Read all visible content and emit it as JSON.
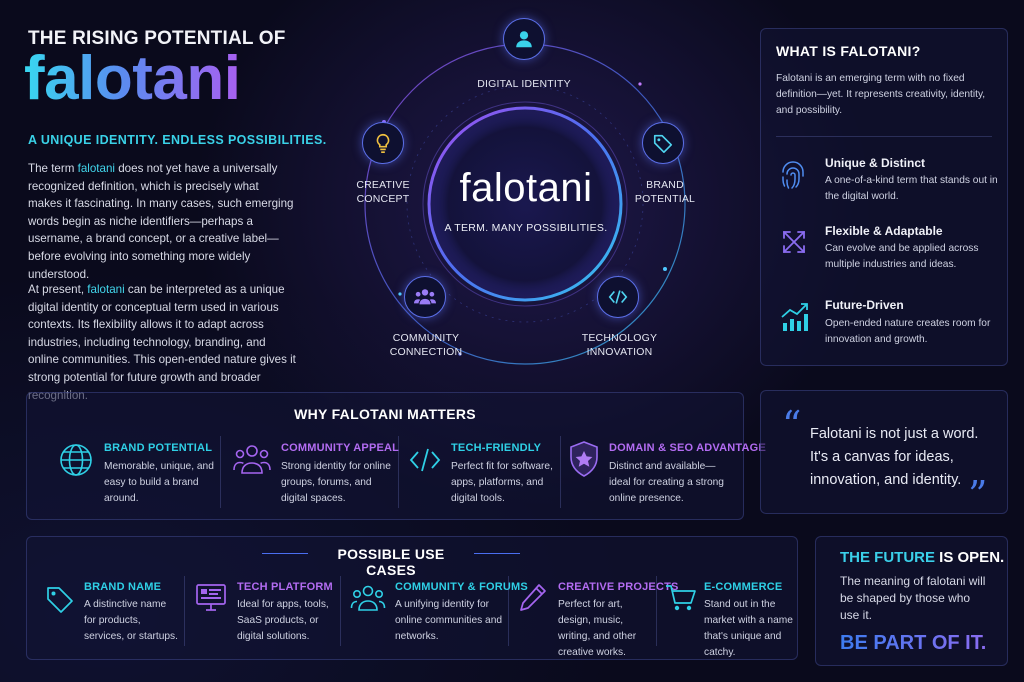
{
  "header": {
    "kicker": "THE RISING POTENTIAL OF",
    "brand": "falotani",
    "tagline": "A UNIQUE IDENTITY. ENDLESS POSSIBILITIES."
  },
  "intro": {
    "p1_pre": "The term ",
    "p1_hl": "falotani",
    "p1_post": " does not yet have a universally recognized definition, which is precisely what makes it fascinating. In many cases, such emerging words begin as niche identifiers—perhaps a username, a brand concept, or a creative label—before evolving into something more widely understood.",
    "p2_pre": "At present, ",
    "p2_hl": "falotani",
    "p2_post": " can be interpreted as a unique digital identity or conceptual term used in various contexts. Its flexibility allows it to adapt across industries, including technology, branding, and online communities. This open-ended nature gives it strong potential for future growth and broader recognition."
  },
  "diagram": {
    "center_word": "falotani",
    "center_sub": "A TERM. MANY POSSIBILITIES.",
    "nodes": {
      "digital_identity": "DIGITAL IDENTITY",
      "creative_l1": "CREATIVE",
      "creative_l2": "CONCEPT",
      "brand_l1": "BRAND",
      "brand_l2": "POTENTIAL",
      "community_l1": "COMMUNITY",
      "community_l2": "CONNECTION",
      "tech_l1": "TECHNOLOGY",
      "tech_l2": "INNOVATION"
    }
  },
  "what_is": {
    "title": "WHAT IS FALOTANI?",
    "desc": "Falotani is an emerging term with no fixed definition—yet. It represents creativity, identity, and possibility.",
    "features": [
      {
        "title": "Unique & Distinct",
        "desc": "A one-of-a-kind term that stands out in the digital world.",
        "icon": "fingerprint-icon"
      },
      {
        "title": "Flexible & Adaptable",
        "desc": "Can evolve and be applied across multiple industries and ideas.",
        "icon": "arrows-icon"
      },
      {
        "title": "Future-Driven",
        "desc": "Open-ended nature creates room for innovation and growth.",
        "icon": "growth-chart-icon"
      }
    ]
  },
  "why": {
    "title": "WHY FALOTANI MATTERS",
    "items": [
      {
        "title": "BRAND POTENTIAL",
        "desc": "Memorable, unique, and easy to build a brand around.",
        "icon": "globe-icon"
      },
      {
        "title": "COMMUNITY APPEAL",
        "desc": "Strong identity for online groups, forums, and digital spaces.",
        "icon": "people-icon"
      },
      {
        "title": "TECH-FRIENDLY",
        "desc": "Perfect fit for software, apps, platforms, and digital tools.",
        "icon": "code-icon"
      },
      {
        "title": "DOMAIN & SEO ADVANTAGE",
        "desc": "Distinct and available—ideal for creating a strong online presence.",
        "icon": "shield-icon"
      }
    ]
  },
  "quote": {
    "open": "“",
    "close": "”",
    "l1": "Falotani is not just a word.",
    "l2": "It's a canvas for ideas,",
    "l3": "innovation, and identity."
  },
  "use_cases": {
    "title": "POSSIBLE USE CASES",
    "items": [
      {
        "title": "BRAND NAME",
        "desc": "A distinctive name for products, services, or startups.",
        "icon": "tag-icon"
      },
      {
        "title": "TECH PLATFORM",
        "desc": "Ideal for apps, tools, SaaS products, or digital solutions.",
        "icon": "monitor-icon"
      },
      {
        "title": "COMMUNITY & FORUMS",
        "desc": "A unifying identity for online communities and networks.",
        "icon": "community-icon"
      },
      {
        "title": "CREATIVE PROJECTS",
        "desc": "Perfect for art, design, music, writing, and other creative works.",
        "icon": "pencil-icon"
      },
      {
        "title": "E-COMMERCE",
        "desc": "Stand out in the market with a name that's unique and catchy.",
        "icon": "cart-icon"
      }
    ]
  },
  "future": {
    "l1a": "THE FUTURE ",
    "l1b": "IS OPEN.",
    "l2": "The meaning of falotani will be shaped by those who use it.",
    "cta": "BE PART OF IT."
  },
  "colors": {
    "cyan": "#2fd0e6",
    "purple": "#b36cf2",
    "blue": "#4a7be8",
    "background": "#0a0a1c"
  }
}
